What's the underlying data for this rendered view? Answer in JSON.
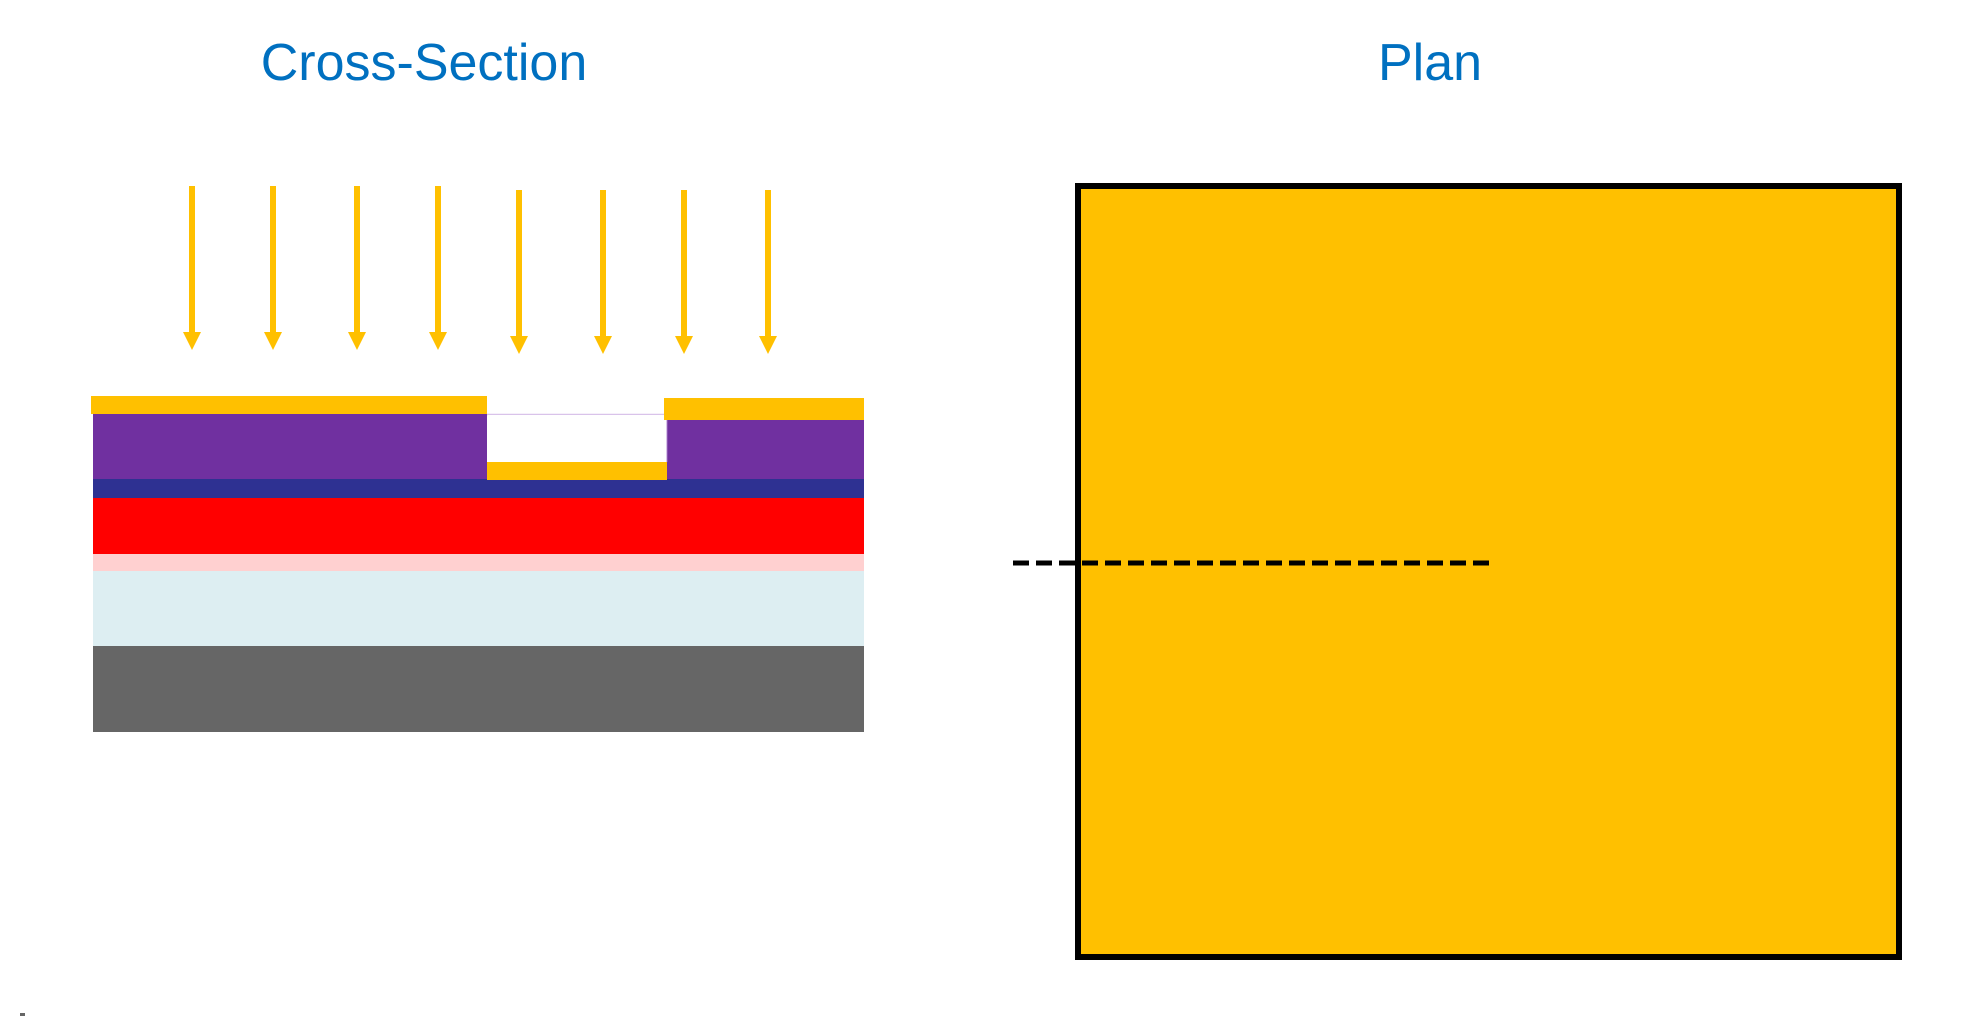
{
  "titles": {
    "cross_section": "Cross-Section",
    "plan": "Plan"
  },
  "colors": {
    "title": "#0070C0",
    "gold": "#FFC000",
    "purple": "#7030A0",
    "navy": "#2E3192",
    "red": "#FF0000",
    "pink": "#FFD0D0",
    "light_blue": "#DDEEF2",
    "gray": "#666666",
    "trench_outline": "#D9C3EA",
    "plan_border": "#000000",
    "cut_line": "#000000"
  },
  "cross_section": {
    "arrow_count": 8,
    "arrow_direction": "down",
    "arrow_color_key": "gold",
    "stack_layers_top_to_bottom": [
      {
        "name": "gold-film",
        "color_key": "gold",
        "note": "deposited on top surface and in trench bottom"
      },
      {
        "name": "purple-layer",
        "color_key": "purple",
        "note": "patterned with an opening (trench)"
      },
      {
        "name": "navy-layer",
        "color_key": "navy"
      },
      {
        "name": "red-layer",
        "color_key": "red"
      },
      {
        "name": "pink-layer",
        "color_key": "pink"
      },
      {
        "name": "light-blue-layer",
        "color_key": "light_blue"
      },
      {
        "name": "gray-substrate",
        "color_key": "gray"
      }
    ],
    "features": [
      "trench-opening",
      "gold-in-trench-bottom",
      "gold-on-left-mesa",
      "gold-on-right-mesa"
    ]
  },
  "plan": {
    "fill_color_key": "gold",
    "border_color_key": "plan_border",
    "cut_line_style": "dashed"
  }
}
